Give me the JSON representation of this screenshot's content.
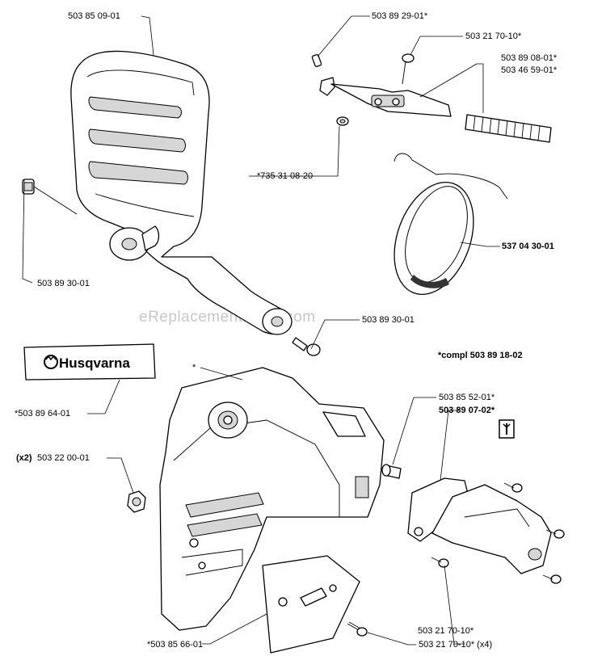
{
  "watermark": "eReplacementParts.com",
  "logo": {
    "brand": "Husqvarna"
  },
  "labels": {
    "handguard": "503 85 09-01",
    "spring_pin": "503 89 29-01*",
    "screw_top": "503 21 70-10*",
    "lever": "503 89 08-01*",
    "spring": "503 46 59-01*",
    "washer": "*735 31 08-20",
    "brake_band": "537 04 30-01",
    "bushing_left": "503 89 30-01",
    "bushing_right": "503 89 30-01",
    "compl": "*compl 503 89 18-02",
    "asterisk": "*",
    "decal": "*503 89 64-01",
    "nut_qty": "(x2)",
    "nut": "503 22 00-01",
    "pin": "503 85 52-01*",
    "chain_catcher": "503 89 07-02*",
    "screw_qty": "503 21 70-10* (x4)",
    "plate": "*503 85 66-01",
    "screw_bottom": "503 21 70-10*"
  },
  "icons": [
    "wrench-icon"
  ]
}
